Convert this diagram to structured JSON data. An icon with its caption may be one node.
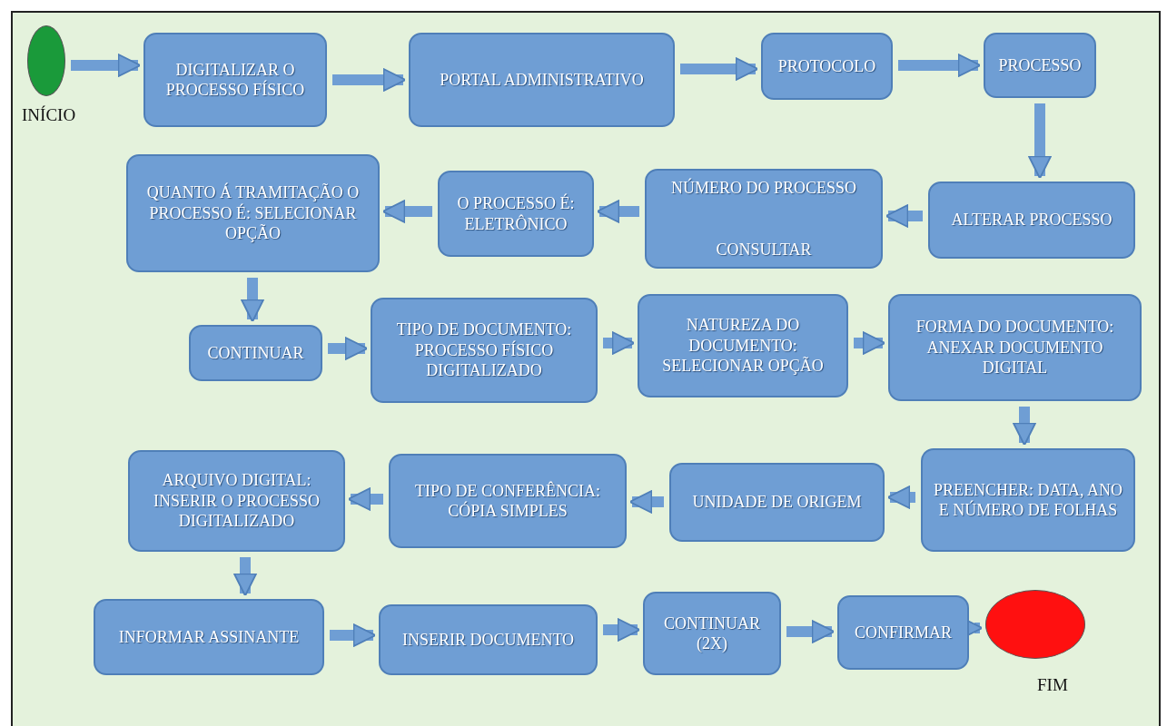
{
  "diagram": {
    "nodes": [
      {
        "text": [],
        "shape": "circle",
        "beside": [
          "INÍCIO"
        ]
      },
      {
        "text": [
          "DIGITALIZAR O PROCESSO FÍSICO"
        ]
      },
      {
        "text": [
          "PORTAL ADMINISTRATIVO"
        ]
      },
      {
        "text": [
          "PROTOCOLO"
        ]
      },
      {
        "text": [
          "PROCESSO"
        ]
      },
      {
        "text": [
          "ALTERAR PROCESSO"
        ]
      },
      {
        "text": [
          "NÚMERO DO PROCESSO",
          "CONSULTAR"
        ]
      },
      {
        "text": [
          "O PROCESSO É: ELETRÔNICO"
        ]
      },
      {
        "text": [
          "QUANTO Á TRAMITAÇÃO O PROCESSO É: SELECIONAR OPÇÃO"
        ]
      },
      {
        "text": [
          "CONTINUAR"
        ]
      },
      {
        "text": [
          "TIPO DE DOCUMENTO: PROCESSO FÍSICO DIGITALIZADO"
        ]
      },
      {
        "text": [
          "NATUREZA DO DOCUMENTO: SELECIONAR OPÇÃO"
        ]
      },
      {
        "text": [
          "FORMA DO DOCUMENTO: ANEXAR DOCUMENTO DIGITAL"
        ]
      },
      {
        "text": [
          "PREENCHER: DATA, ANO E NÚMERO DE FOLHAS"
        ]
      },
      {
        "text": [
          "UNIDADE DE ORIGEM"
        ]
      },
      {
        "text": [
          "TIPO DE CONFERÊNCIA: CÓPIA SIMPLES"
        ]
      },
      {
        "text": [
          "ARQUIVO DIGITAL: INSERIR O PROCESSO DIGITALIZADO"
        ]
      },
      {
        "text": [
          "INFORMAR ASSINANTE"
        ]
      },
      {
        "text": [
          "INSERIR DOCUMENTO"
        ]
      },
      {
        "text": [
          "CONTINUAR (2X)"
        ]
      },
      {
        "text": [
          "CONFIRMAR"
        ]
      },
      {
        "text": [],
        "shape": "circle",
        "beside": [
          "FIM"
        ]
      }
    ],
    "edges": [
      {
        "from": 0,
        "to": 1,
        "arrow": "to"
      },
      {
        "from": 1,
        "to": 2,
        "arrow": "to"
      },
      {
        "from": 2,
        "to": 3,
        "arrow": "to"
      },
      {
        "from": 3,
        "to": 4,
        "arrow": "to"
      },
      {
        "from": 4,
        "to": 5,
        "arrow": "to"
      },
      {
        "from": 5,
        "to": 6,
        "arrow": "to"
      },
      {
        "from": 6,
        "to": 7,
        "arrow": "to"
      },
      {
        "from": 7,
        "to": 8,
        "arrow": "to"
      },
      {
        "from": 8,
        "to": 9,
        "arrow": "to"
      },
      {
        "from": 9,
        "to": 10,
        "arrow": "to"
      },
      {
        "from": 10,
        "to": 11,
        "arrow": "to"
      },
      {
        "from": 11,
        "to": 12,
        "arrow": "to"
      },
      {
        "from": 12,
        "to": 13,
        "arrow": "to"
      },
      {
        "from": 13,
        "to": 14,
        "arrow": "to"
      },
      {
        "from": 14,
        "to": 15,
        "arrow": "to"
      },
      {
        "from": 15,
        "to": 16,
        "arrow": "to"
      },
      {
        "from": 16,
        "to": 17,
        "arrow": "to"
      },
      {
        "from": 17,
        "to": 18,
        "arrow": "to"
      },
      {
        "from": 18,
        "to": 19,
        "arrow": "to"
      },
      {
        "from": 19,
        "to": 20,
        "arrow": "to"
      },
      {
        "from": 20,
        "to": 21,
        "arrow": "to"
      }
    ]
  }
}
